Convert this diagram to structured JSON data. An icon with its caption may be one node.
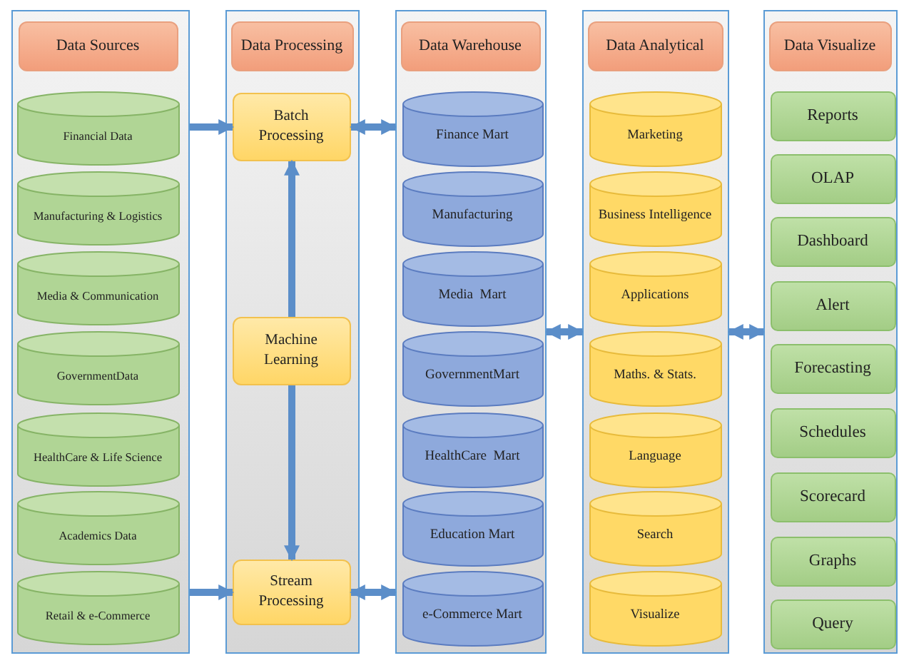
{
  "diagram": {
    "nodes": [
      {
        "text": [],
        "shape": "box"
      },
      {
        "text": [
          "Data Sources"
        ],
        "in": 0
      },
      {
        "text": [
          "Financial Data"
        ],
        "in": 0
      },
      {
        "text": [
          "Manufacturing & Logistics"
        ],
        "in": 0
      },
      {
        "text": [
          "Media & Communication"
        ],
        "in": 0
      },
      {
        "text": [
          "GovernmentData"
        ],
        "in": 0
      },
      {
        "text": [
          "HealthCare & Life Science"
        ],
        "in": 0
      },
      {
        "text": [
          "Academics Data"
        ],
        "in": 0
      },
      {
        "text": [
          "Retail & e-Commerce"
        ],
        "in": 0
      },
      {
        "text": [],
        "shape": "box"
      },
      {
        "text": [
          "Data Processing"
        ],
        "in": 9
      },
      {
        "text": [
          "Batch Processing"
        ],
        "in": 9
      },
      {
        "text": [
          "Machine Learning"
        ],
        "in": 9
      },
      {
        "text": [
          "Stream Processing"
        ],
        "in": 9
      },
      {
        "text": [],
        "shape": "box"
      },
      {
        "text": [
          "Data Warehouse"
        ],
        "in": 14
      },
      {
        "text": [
          "Finance Mart"
        ],
        "in": 14
      },
      {
        "text": [
          "Manufacturing"
        ],
        "in": 14
      },
      {
        "text": [
          "Media  Mart"
        ],
        "in": 14
      },
      {
        "text": [
          "GovernmentMart"
        ],
        "in": 14
      },
      {
        "text": [
          "HealthCare  Mart"
        ],
        "in": 14
      },
      {
        "text": [
          "Education Mart"
        ],
        "in": 14
      },
      {
        "text": [
          "e-Commerce Mart"
        ],
        "in": 14
      },
      {
        "text": [],
        "shape": "box"
      },
      {
        "text": [
          "Data Analytical"
        ],
        "in": 23
      },
      {
        "text": [
          "Marketing"
        ],
        "in": 23
      },
      {
        "text": [
          "Business Intelligence"
        ],
        "in": 23
      },
      {
        "text": [
          "Applications"
        ],
        "in": 23
      },
      {
        "text": [
          "Maths. & Stats."
        ],
        "in": 23
      },
      {
        "text": [
          "Language"
        ],
        "in": 23
      },
      {
        "text": [
          "Search"
        ],
        "in": 23
      },
      {
        "text": [
          "Visualize"
        ],
        "in": 23
      },
      {
        "text": [],
        "shape": "box"
      },
      {
        "text": [
          "Data Visualize"
        ],
        "in": 32
      },
      {
        "text": [
          "Reports"
        ],
        "in": 32
      },
      {
        "text": [
          "OLAP"
        ],
        "in": 32
      },
      {
        "text": [
          "Dashboard"
        ],
        "in": 32
      },
      {
        "text": [
          "Alert"
        ],
        "in": 32
      },
      {
        "text": [
          "Forecasting"
        ],
        "in": 32
      },
      {
        "text": [
          "Schedules"
        ],
        "in": 32
      },
      {
        "text": [
          "Scorecard"
        ],
        "in": 32
      },
      {
        "text": [
          "Graphs"
        ],
        "in": 32
      },
      {
        "text": [
          "Query"
        ],
        "in": 32
      }
    ],
    "edges": [
      {
        "from": 0,
        "to": 11,
        "arrow": "to"
      },
      {
        "from": 0,
        "to": 13,
        "arrow": "to"
      },
      {
        "from": 11,
        "to": 14,
        "arrow": "both"
      },
      {
        "from": 13,
        "to": 14,
        "arrow": "both"
      },
      {
        "from": 12,
        "to": 11,
        "arrow": "to"
      },
      {
        "from": 12,
        "to": 13,
        "arrow": "to"
      },
      {
        "from": 14,
        "to": 23,
        "arrow": "both"
      },
      {
        "from": 23,
        "to": 32,
        "arrow": "both"
      }
    ]
  }
}
